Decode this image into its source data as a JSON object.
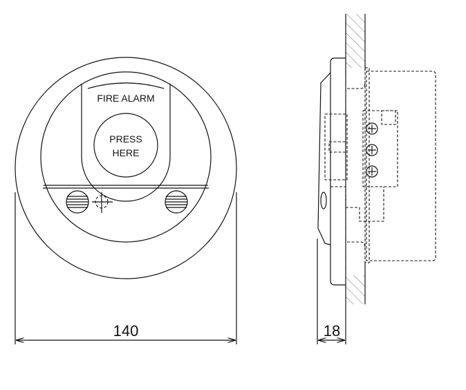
{
  "front_view": {
    "label_top": "FIRE ALARM",
    "button_line1": "PRESS",
    "button_line2": "HERE",
    "width_dimension": "140"
  },
  "side_view": {
    "depth_dimension": "18"
  }
}
